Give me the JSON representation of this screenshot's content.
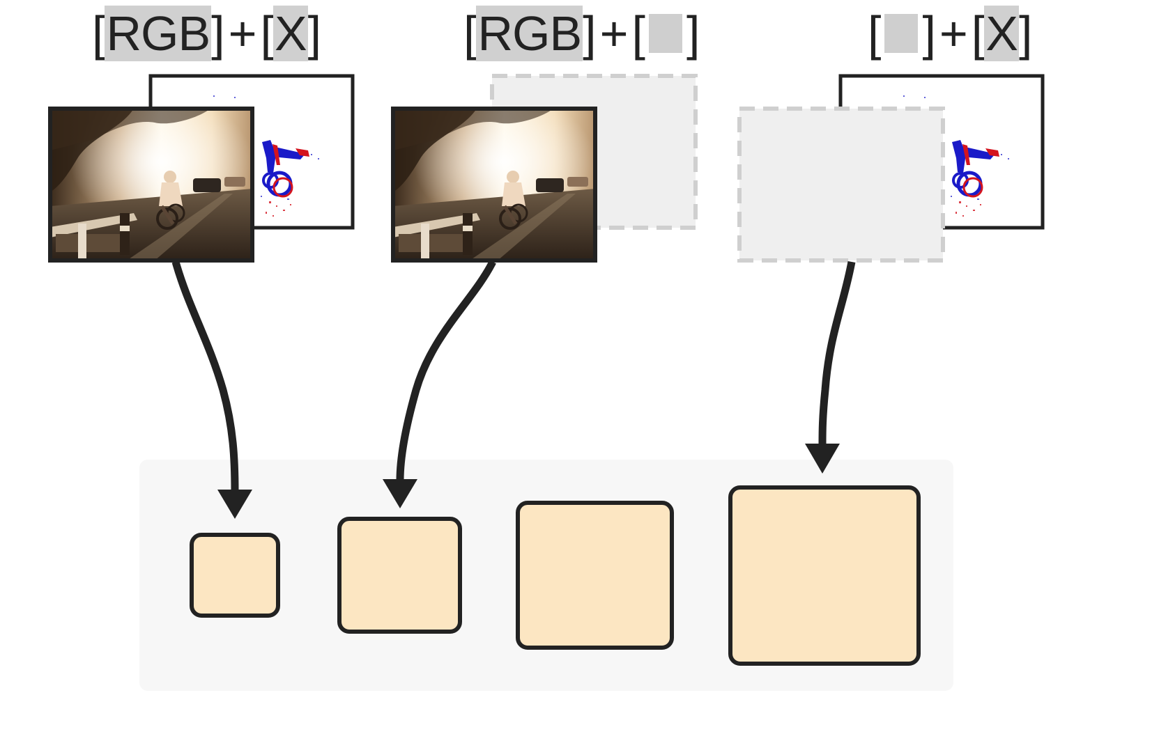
{
  "titles": [
    {
      "open1": "[",
      "mod1": "RGB",
      "close1": "]",
      "plus": "+",
      "open2": "[",
      "mod2": "X",
      "close2": "]"
    },
    {
      "open1": "[",
      "mod1": "RGB",
      "close1": "]",
      "plus": "+",
      "open2": "[",
      "mod2": "",
      "close2": "]"
    },
    {
      "open1": "[",
      "mod1": "",
      "close1": "]",
      "plus": "+",
      "open2": "[",
      "mod2": "X",
      "close2": "]"
    }
  ],
  "colors": {
    "box_fill": "#fce6c2",
    "box_stroke": "#222222",
    "panel_bg": "#f7f7f7",
    "missing_fill": "#efefef",
    "missing_stroke": "#cfcfcf",
    "event_pos": "#d4141e",
    "event_neg": "#1a1ac8"
  }
}
